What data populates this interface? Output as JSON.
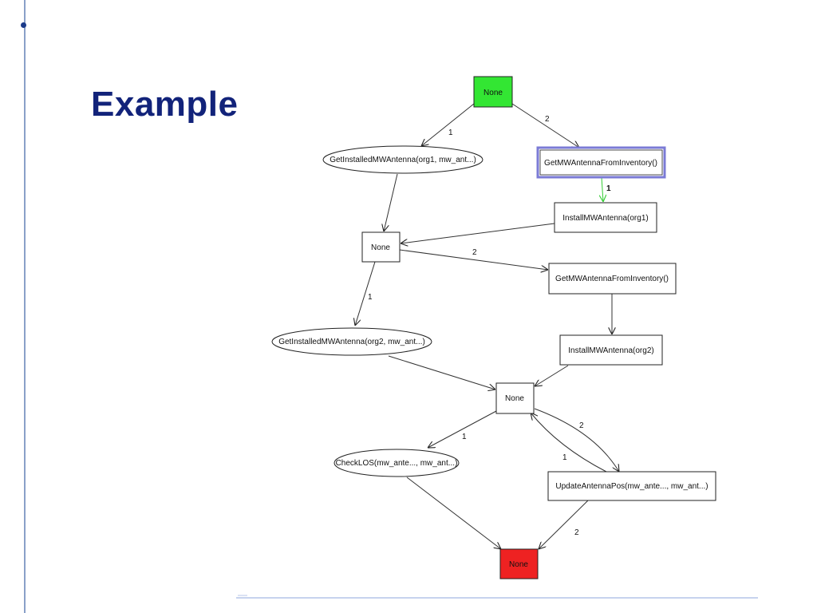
{
  "slide": {
    "title": "Example"
  },
  "colors": {
    "start_node": "#33e633",
    "end_node": "#ee2222",
    "highlight_border": "#7b7bd6",
    "highlight_edge": "#33cc33"
  },
  "nodes": {
    "n_start": "None",
    "n_get1": "GetInstalledMWAntenna(org1, mw_ant...)",
    "n_inv1": "GetMWAntennaFromInventory()",
    "n_inst1": "InstallMWAntenna(org1)",
    "n_none2": "None",
    "n_inv2": "GetMWAntennaFromInventory()",
    "n_get2": "GetInstalledMWAntenna(org2, mw_ant...)",
    "n_inst2": "InstallMWAntenna(org2)",
    "n_none3": "None",
    "n_check": "CheckLOS(mw_ante..., mw_ant...)",
    "n_update": "UpdateAntennaPos(mw_ante..., mw_ant...)",
    "n_end": "None"
  },
  "edge_labels": {
    "e_start_get1": "1",
    "e_start_inv1": "2",
    "e_inv1_inst1": "1",
    "e_none2_inv2": "2",
    "e_none2_get2": "1",
    "e_none3_check": "1",
    "e_none3_update": "2",
    "e_update_none3": "1",
    "e_update_end": "2"
  }
}
